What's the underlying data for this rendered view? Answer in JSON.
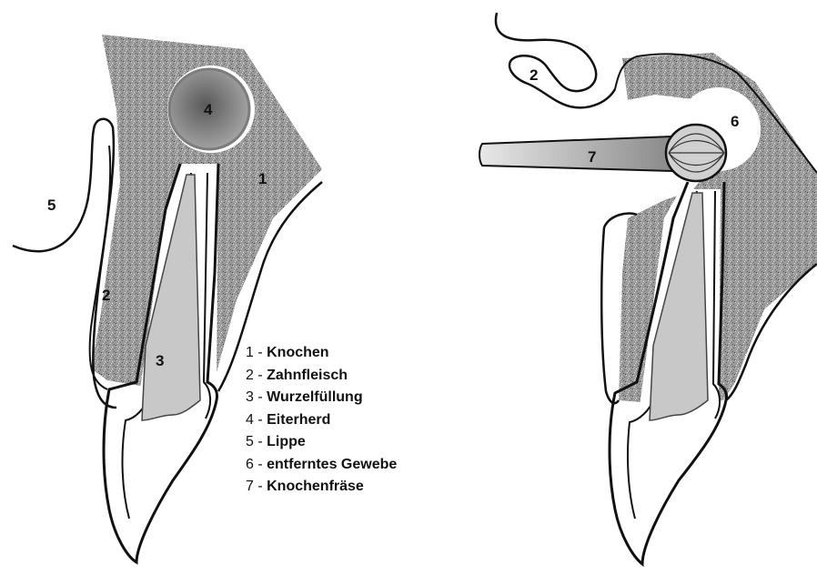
{
  "colors": {
    "bone": "#9a9a9a",
    "pus": "#7a7a7a",
    "filling": "#c8c8c8",
    "outline": "#111111"
  },
  "left_figure": {
    "markers": {
      "bone": "1",
      "gum": "2",
      "root_filling": "3",
      "abscess": "4",
      "lip": "5"
    }
  },
  "right_figure": {
    "markers": {
      "gum": "2",
      "removed_tissue": "6",
      "bur": "7"
    }
  },
  "legend": [
    {
      "key": "1",
      "sep": " - ",
      "text": "Knochen"
    },
    {
      "key": "2",
      "sep": " - ",
      "text": "Zahnfleisch"
    },
    {
      "key": "3",
      "sep": " - ",
      "text": "Wurzelfüllung"
    },
    {
      "key": "4",
      "sep": " - ",
      "text": "Eiterherd"
    },
    {
      "key": "5",
      "sep": " - ",
      "text": "Lippe"
    },
    {
      "key": "6",
      "sep": " - ",
      "text": "entferntes Gewebe"
    },
    {
      "key": "7",
      "sep": " - ",
      "text": "Knochenfräse"
    }
  ]
}
